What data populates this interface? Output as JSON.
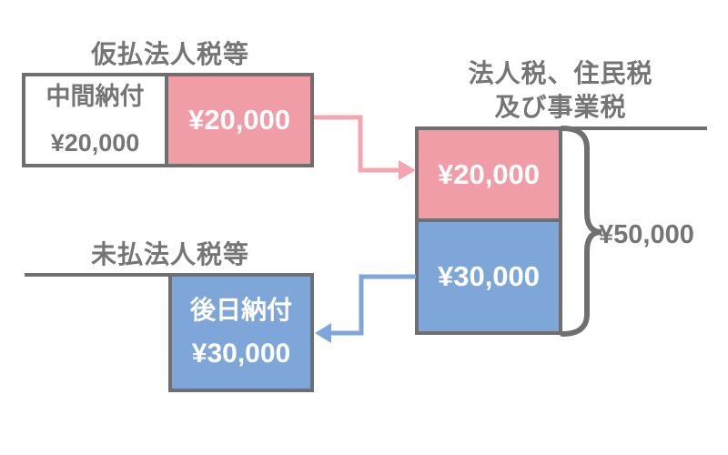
{
  "colors": {
    "pink_fill": "#F09DA8",
    "blue_fill": "#7FA6D8",
    "gray_border": "#6F6F6F",
    "gray_text": "#757575",
    "arrow_pink": "#F4A6B0",
    "arrow_blue": "#7EA6DA",
    "amount_text_on_fill": "#FFFFFF"
  },
  "accounts": {
    "provisional": {
      "title": "仮払法人税等",
      "debit_label": "中間納付",
      "debit_amount": "¥20,000",
      "credit_amount": "¥20,000"
    },
    "tax_expense": {
      "title_line1": "法人税、住民税",
      "title_line2": "及び事業税",
      "interim_amount": "¥20,000",
      "deferred_amount": "¥30,000",
      "total_amount": "¥50,000"
    },
    "unpaid": {
      "title": "未払法人税等",
      "credit_label": "後日納付",
      "credit_amount": "¥30,000"
    }
  }
}
